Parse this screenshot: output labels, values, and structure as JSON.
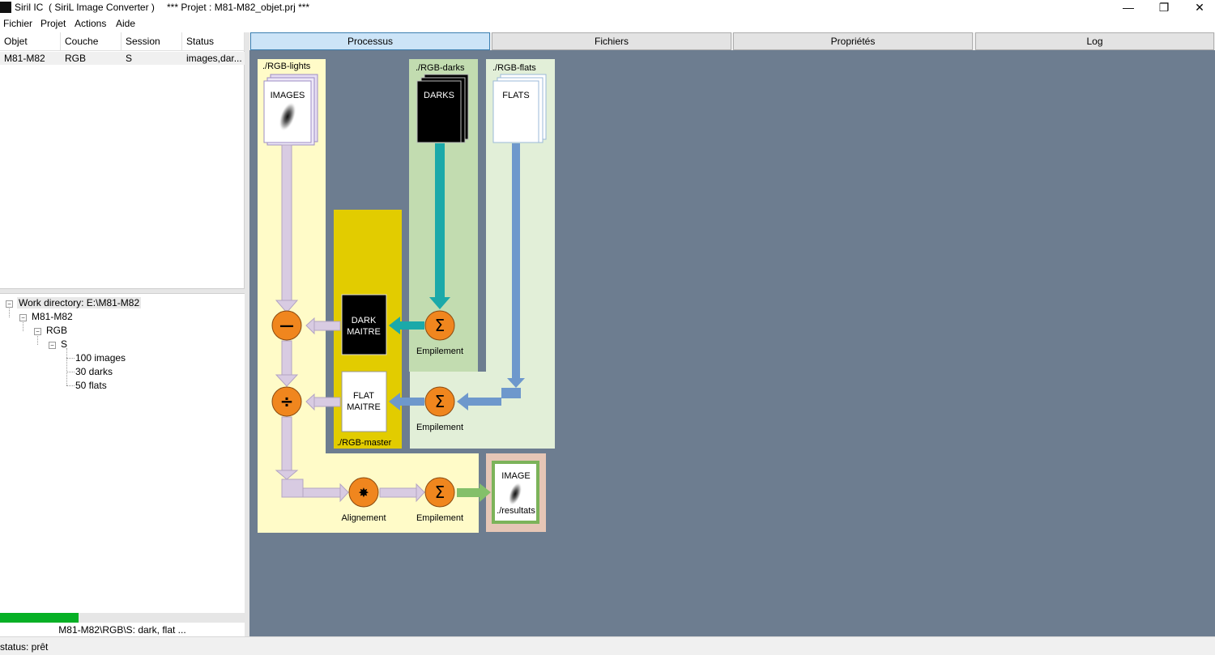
{
  "window": {
    "app_title": "Siril IC  ( SiriL Image Converter )",
    "project_title": "*** Projet : M81-M82_objet.prj ***",
    "minimize_glyph": "—",
    "maximize_glyph": "❐",
    "close_glyph": "✕"
  },
  "menu": [
    "Fichier",
    "Projet",
    "Actions",
    "Aide"
  ],
  "table": {
    "headers": [
      "Objet",
      "Couche",
      "Session",
      "Status"
    ],
    "rows": [
      [
        "M81-M82",
        "RGB",
        "S",
        "images,dar..."
      ]
    ]
  },
  "tree": {
    "root": "Work directory: E:\\M81-M82",
    "object": "M81-M82",
    "layer": "RGB",
    "session": "S",
    "items": [
      "100 images",
      "30 darks",
      "50 flats"
    ],
    "expander_glyph": "−"
  },
  "progress": {
    "value_percent": 32,
    "color": "#06b025"
  },
  "left_status": "M81-M82\\RGB\\S: dark, flat ...",
  "status_bar": "status: prêt",
  "tabs": [
    {
      "label": "Processus",
      "active": true
    },
    {
      "label": "Fichiers",
      "active": false
    },
    {
      "label": "Propriétés",
      "active": false
    },
    {
      "label": "Log",
      "active": false
    }
  ],
  "diagram": {
    "zones": {
      "lights": "./RGB-lights",
      "darks": "./RGB-darks",
      "flats": "./RGB-flats",
      "master": "./RGB-master",
      "results": "./resultats"
    },
    "nodes": {
      "images": "IMAGES",
      "darks": "DARKS",
      "flats": "FLATS",
      "dark_master_1": "DARK",
      "dark_master_2": "MAITRE",
      "flat_master_1": "FLAT",
      "flat_master_2": "MAITRE",
      "result_image": "IMAGE"
    },
    "operations": {
      "stack_darks": "Empilement",
      "stack_flats": "Empilement",
      "align": "Alignement",
      "stack_final": "Empilement"
    },
    "symbols": {
      "subtract": "—",
      "divide": "÷",
      "sum": "Σ",
      "gear": "✸"
    },
    "colors": {
      "background": "#6d7d90",
      "lights_zone": "#fffbc8",
      "darks_zone": "#c2dcb0",
      "flats_zone": "#e2efd8",
      "master_zone": "#e2cc00",
      "results_zone": "#e6c6b6",
      "lights_arrow": "#d8cbe2",
      "darks_arrow": "#1ba9a9",
      "flats_arrow": "#6e98cc",
      "result_arrow": "#84c06a",
      "operator": "#f0861e"
    }
  }
}
